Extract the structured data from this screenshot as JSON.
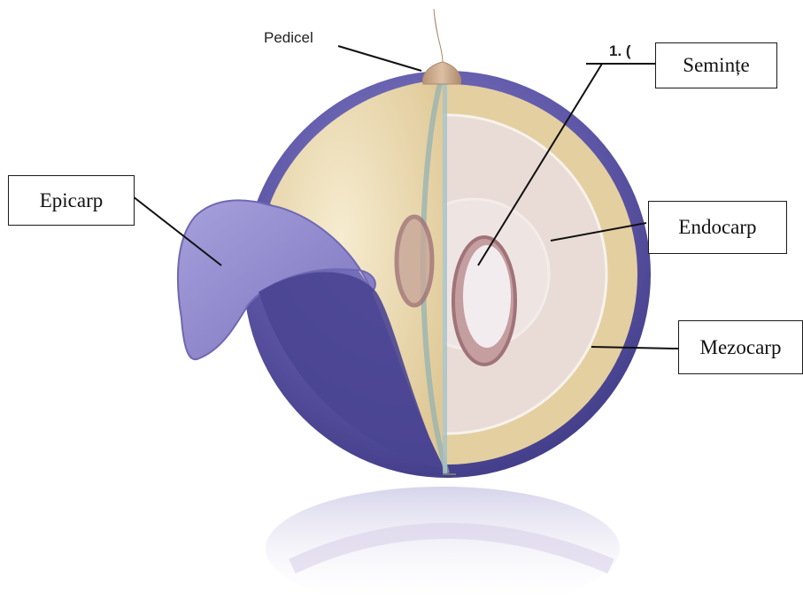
{
  "labels": {
    "pedicel": "Pedicel",
    "seminte": "Semințe",
    "epicarp": "Epicarp",
    "endocarp": "Endocarp",
    "mezocarp": "Mezocarp",
    "fragment": "1. ("
  },
  "colors": {
    "skin": "#6a63b0",
    "skin_dark": "#4a4592",
    "pulp": "#ebdcb5",
    "pulp_edge": "#dcc28e",
    "inner": "#e6d7d4",
    "seed": "#f3eef0",
    "seed_rim": "#a07378",
    "stem": "#c9a98c"
  }
}
